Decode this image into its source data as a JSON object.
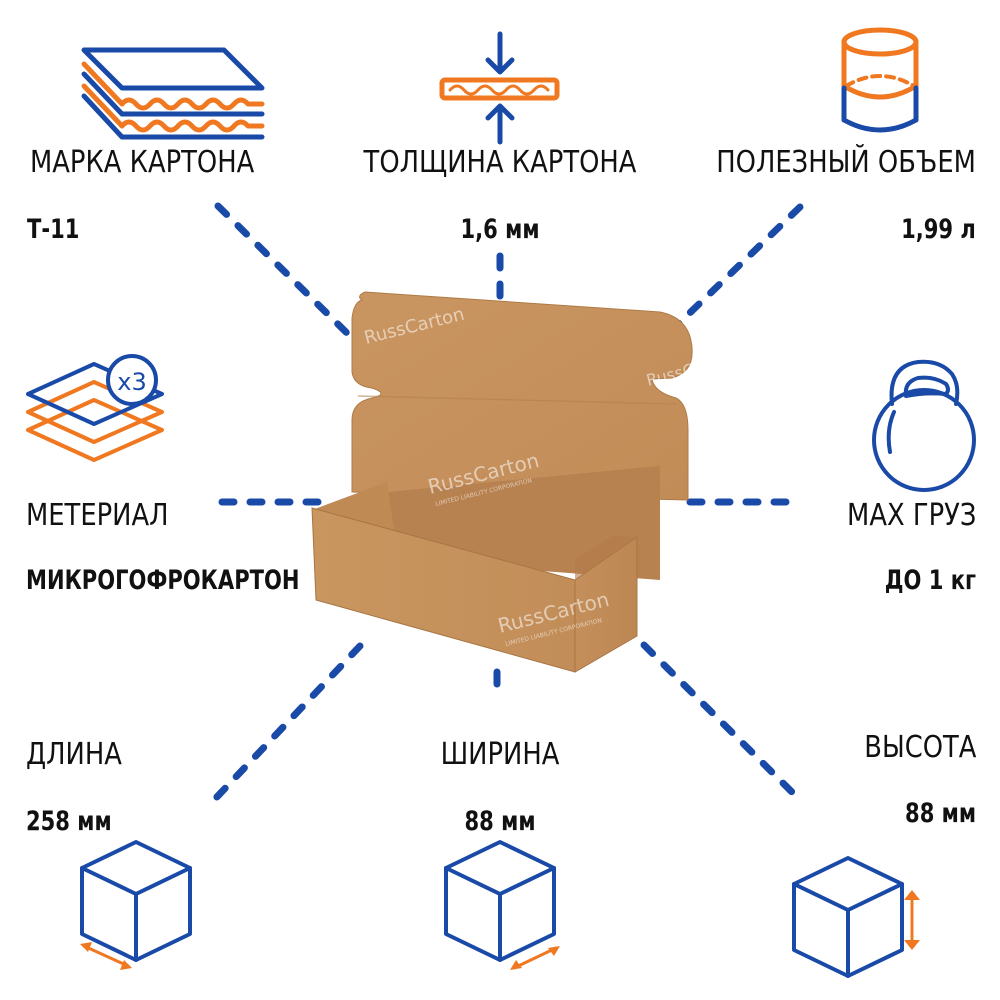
{
  "colors": {
    "primary_blue": "#1a4aa8",
    "accent_orange": "#f07820",
    "kraft": "#c9955f",
    "text": "#111111"
  },
  "specs": {
    "brand": {
      "label": "МАРКА КАРТОНА",
      "value": "Т-11",
      "icon": "corrugated-layers-icon"
    },
    "thickness": {
      "label": "ТОЛЩИНА КАРТОНА",
      "value": "1,6 мм",
      "icon": "thickness-arrows-icon"
    },
    "volume": {
      "label": "ПОЛЕЗНЫЙ ОБЪЕМ",
      "value": "1,99 л",
      "icon": "cylinder-volume-icon"
    },
    "material": {
      "label": "МЕТЕРИАЛ",
      "value": "МИКРОГОФРОКАРТОН",
      "icon": "stacked-sheets-icon",
      "badge": "x3"
    },
    "max_load": {
      "label": "MAX ГРУЗ",
      "value": "ДО 1 кг",
      "icon": "kettlebell-icon"
    },
    "length": {
      "label": "ДЛИНА",
      "value": "258 мм",
      "icon": "cube-length-icon"
    },
    "width": {
      "label": "ШИРИНА",
      "value": "88 мм",
      "icon": "cube-width-icon"
    },
    "height": {
      "label": "ВЫСОТА",
      "value": "88 мм",
      "icon": "cube-height-icon"
    }
  },
  "product": {
    "image": "kraft-mailer-box",
    "watermark": "RussCarton",
    "watermark_sub": "LIMITED LIABILITY CORPORATION"
  }
}
